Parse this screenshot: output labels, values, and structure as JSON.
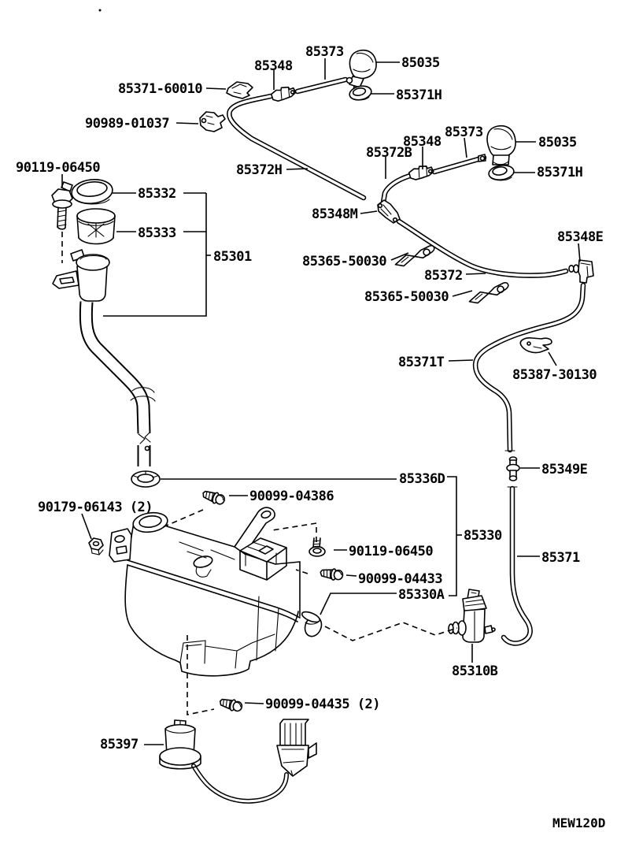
{
  "diagram": {
    "code": "MEW120D",
    "colors": {
      "background": "#ffffff",
      "ink": "#000000"
    },
    "labels": {
      "hose_top_left": "85373",
      "joint_top_left": "85348",
      "nozzle_left": "85035",
      "clip_85371_60010": "85371-60010",
      "grommet_left": "85371H",
      "clamp_90989_01037": "90989-01037",
      "hose_top_right": "85373",
      "joint_top_right": "85348",
      "hose_85372b": "85372B",
      "nozzle_right": "85035",
      "grommet_right": "85371H",
      "hose_85372h": "85372H",
      "joint_85348m": "85348M",
      "elbow_85348e": "85348E",
      "clamp_85365_a": "85365-50030",
      "hose_85372": "85372",
      "clamp_85365_b": "85365-50030",
      "hose_85371t": "85371T",
      "clip_85387_30130": "85387-30130",
      "bolt_90119_left": "90119-06450",
      "cap_85332": "85332",
      "filter_85333": "85333",
      "inlet_85301": "85301",
      "gasket_85336d": "85336D",
      "screw_90099_04386": "90099-04386",
      "nut_90179_06143": "90179-06143 (2)",
      "bolt_90119_center": "90119-06450",
      "screw_90099_04433": "90099-04433",
      "grommet_85330a": "85330A",
      "jar_85330": "85330",
      "joint_85349e": "85349E",
      "hose_85371": "85371",
      "pump_85310b": "85310B",
      "screw_90099_04435": "90099-04435 (2)",
      "motor_85397": "85397"
    }
  }
}
